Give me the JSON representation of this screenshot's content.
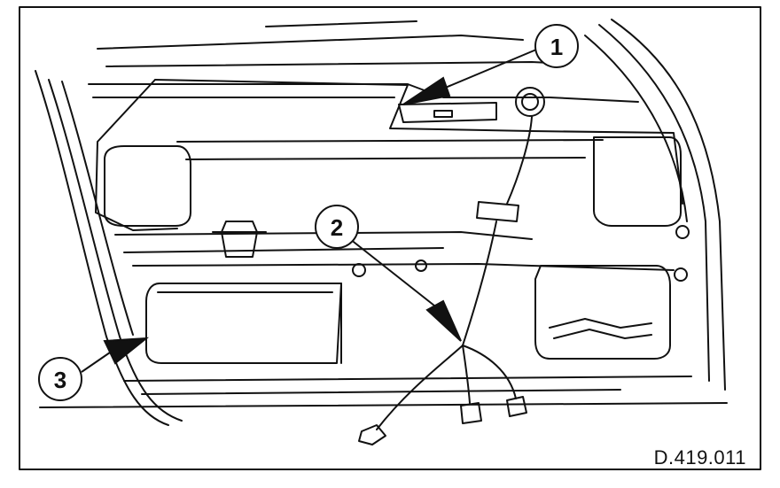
{
  "figure": {
    "reference_code": "D.419.011",
    "callouts": [
      {
        "id": "callout-1",
        "label": "1"
      },
      {
        "id": "callout-2",
        "label": "2"
      },
      {
        "id": "callout-3",
        "label": "3"
      }
    ]
  },
  "colors": {
    "ink": "#111111",
    "background": "#ffffff"
  }
}
